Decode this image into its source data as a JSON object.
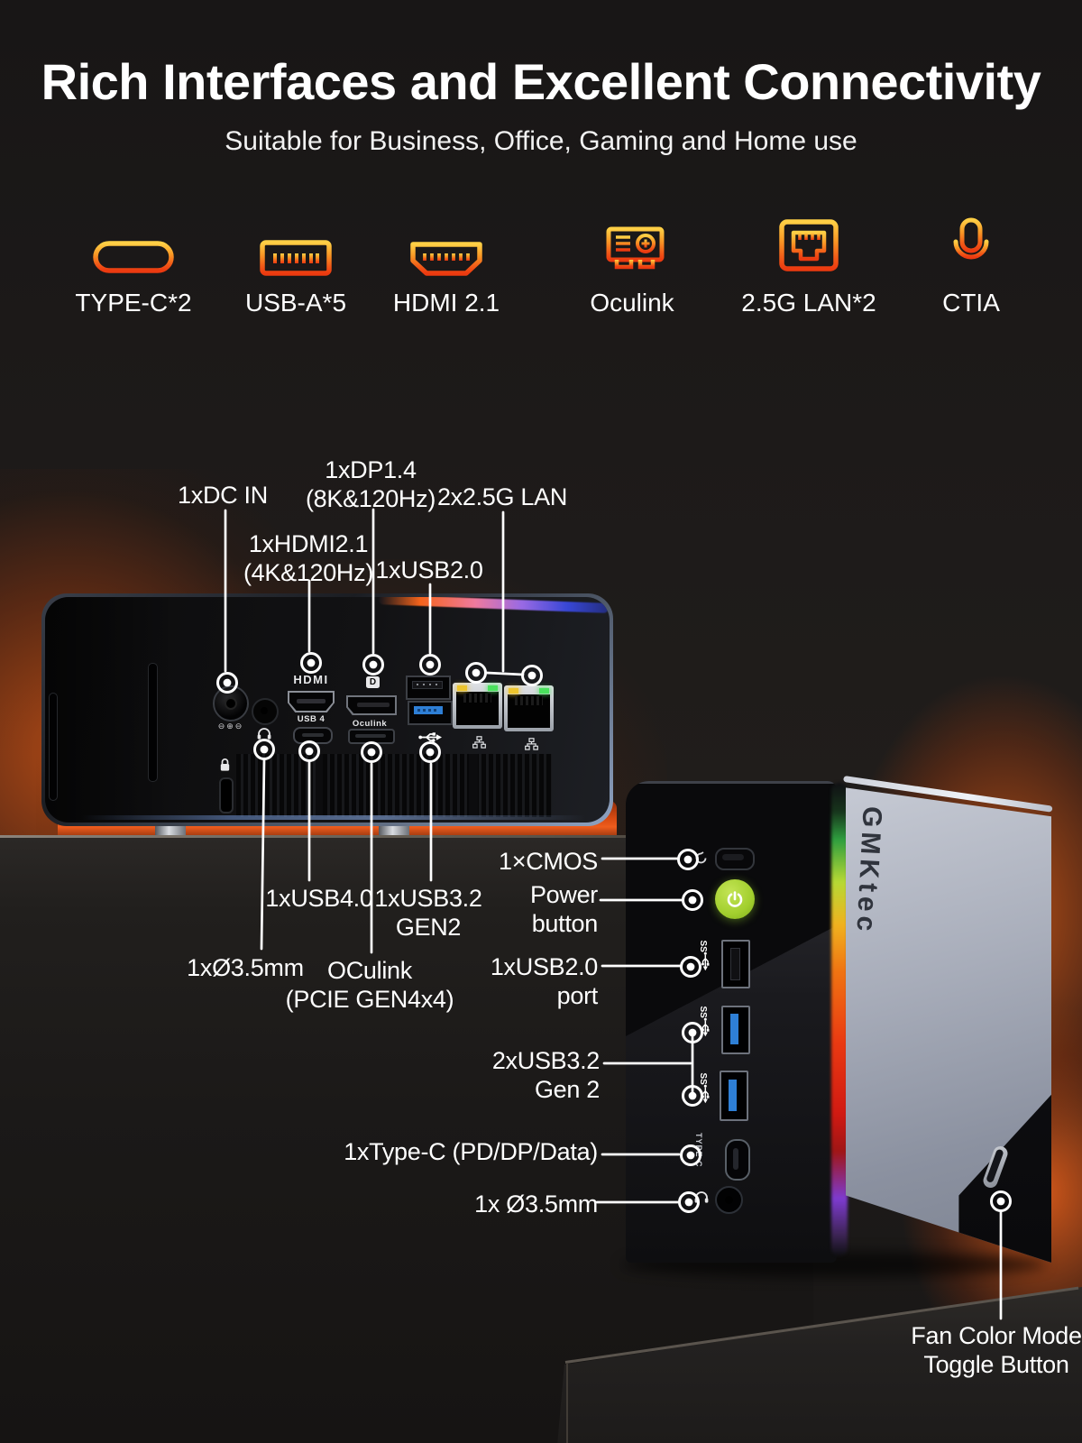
{
  "header": {
    "title": "Rich Interfaces and Excellent Connectivity",
    "subtitle": "Suitable for Business, Office, Gaming and Home use"
  },
  "features": [
    {
      "icon": "type-c-port-icon",
      "label": "TYPE-C*2"
    },
    {
      "icon": "usb-a-port-icon",
      "label": "USB-A*5"
    },
    {
      "icon": "hdmi-port-icon",
      "label": "HDMI 2.1"
    },
    {
      "icon": "pcie-card-icon",
      "label": "Oculink"
    },
    {
      "icon": "ethernet-port-icon",
      "label": "2.5G LAN*2"
    },
    {
      "icon": "microphone-icon",
      "label": "CTIA"
    }
  ],
  "back_view": {
    "port_labels": {
      "hdmi": "HDMI",
      "usb4": "USB 4",
      "oculink": "Oculink",
      "dp": "D",
      "dc_polarity": "⊖⊕⊖"
    },
    "callouts": {
      "dc": "1xDC IN",
      "dp": "1xDP1.4\n(8K&120Hz)",
      "lan": "2x2.5G LAN",
      "hdmi": "1xHDMI2.1\n(4K&120Hz)",
      "usb2": "1xUSB2.0",
      "usb4": "1xUSB4.0",
      "usb32": "1xUSB3.2\nGEN2",
      "jack": "1xØ3.5mm",
      "oculink": "OCulink\n(PCIE GEN4x4)"
    }
  },
  "front_view": {
    "brand": "GMKtec",
    "typec_port_label": "TYPE C",
    "ss_label": "SS",
    "callouts": {
      "cmos": "1×CMOS",
      "power": "Power\nbutton",
      "usb2": "1xUSB2.0\nport",
      "usb32": "2xUSB3.2\nGen 2",
      "typec": "1xType-C (PD/DP/Data)",
      "jack": "1x Ø3.5mm",
      "fan": "Fan Color Mode\nToggle Button"
    }
  },
  "colors": {
    "accent_top": "#ffcf45",
    "accent_bottom": "#ec3a10",
    "power_button": "#a6d437",
    "usb_blue": "#2e7fd6",
    "glow_orange": "#d4570f"
  }
}
